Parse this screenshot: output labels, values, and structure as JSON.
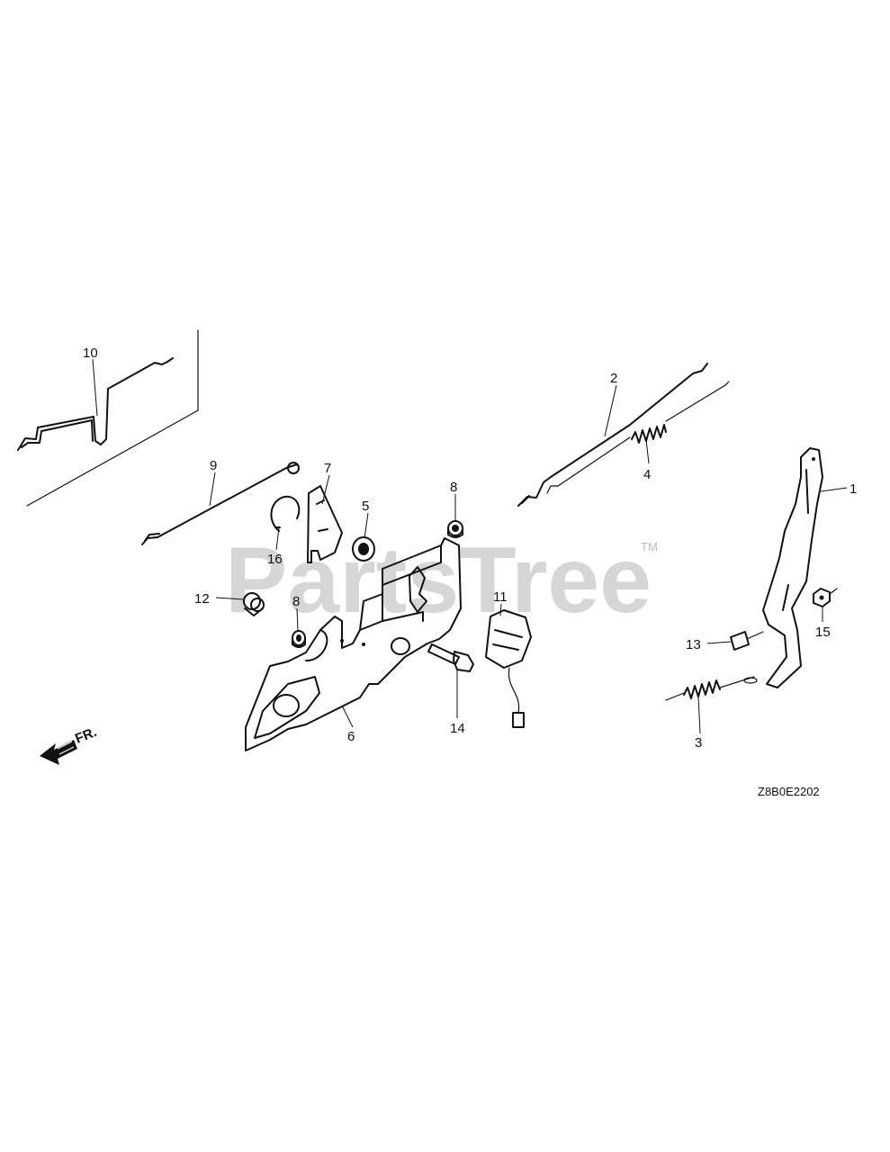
{
  "watermark": {
    "text": "PartsTree",
    "tm": "TM"
  },
  "direction_label": "FR.",
  "diagram_code": "Z8B0E2202",
  "callouts": {
    "c1": "1",
    "c2": "2",
    "c3": "3",
    "c4": "4",
    "c5": "5",
    "c6": "6",
    "c7": "7",
    "c8a": "8",
    "c8b": "8",
    "c9": "9",
    "c10": "10",
    "c11": "11",
    "c12": "12",
    "c13": "13",
    "c14": "14",
    "c15": "15",
    "c16": "16"
  }
}
